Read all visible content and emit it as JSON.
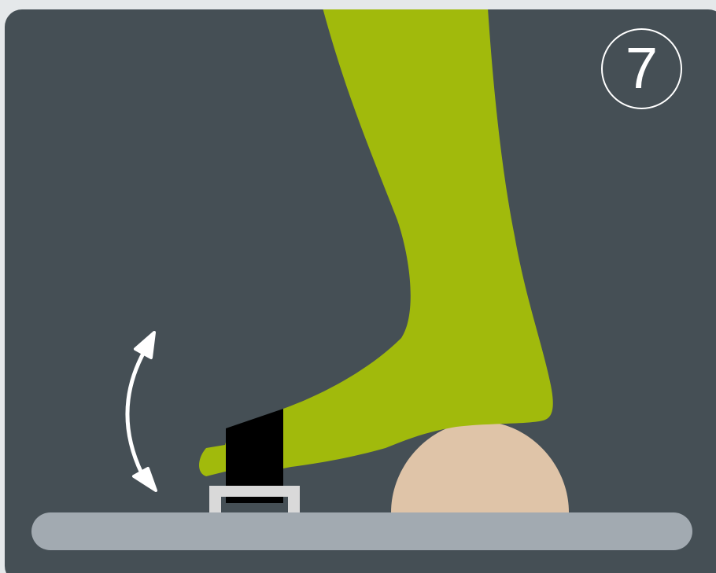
{
  "step": {
    "number": "7"
  },
  "colors": {
    "page_background": "#e5e8ea",
    "panel_background": "#454f55",
    "leg": "#a1ba0c",
    "ball": "#dfc4a8",
    "floor": "#a2aab1",
    "bracket": "#d9d9d9",
    "toe_block": "#000000",
    "arrow": "#ffffff",
    "badge": "#ffffff"
  },
  "icons": {
    "movement_arrow": "double-headed-curved-arrow",
    "leg": "leg-and-foot",
    "ball": "massage-ball",
    "toe_block": "toe-block"
  }
}
